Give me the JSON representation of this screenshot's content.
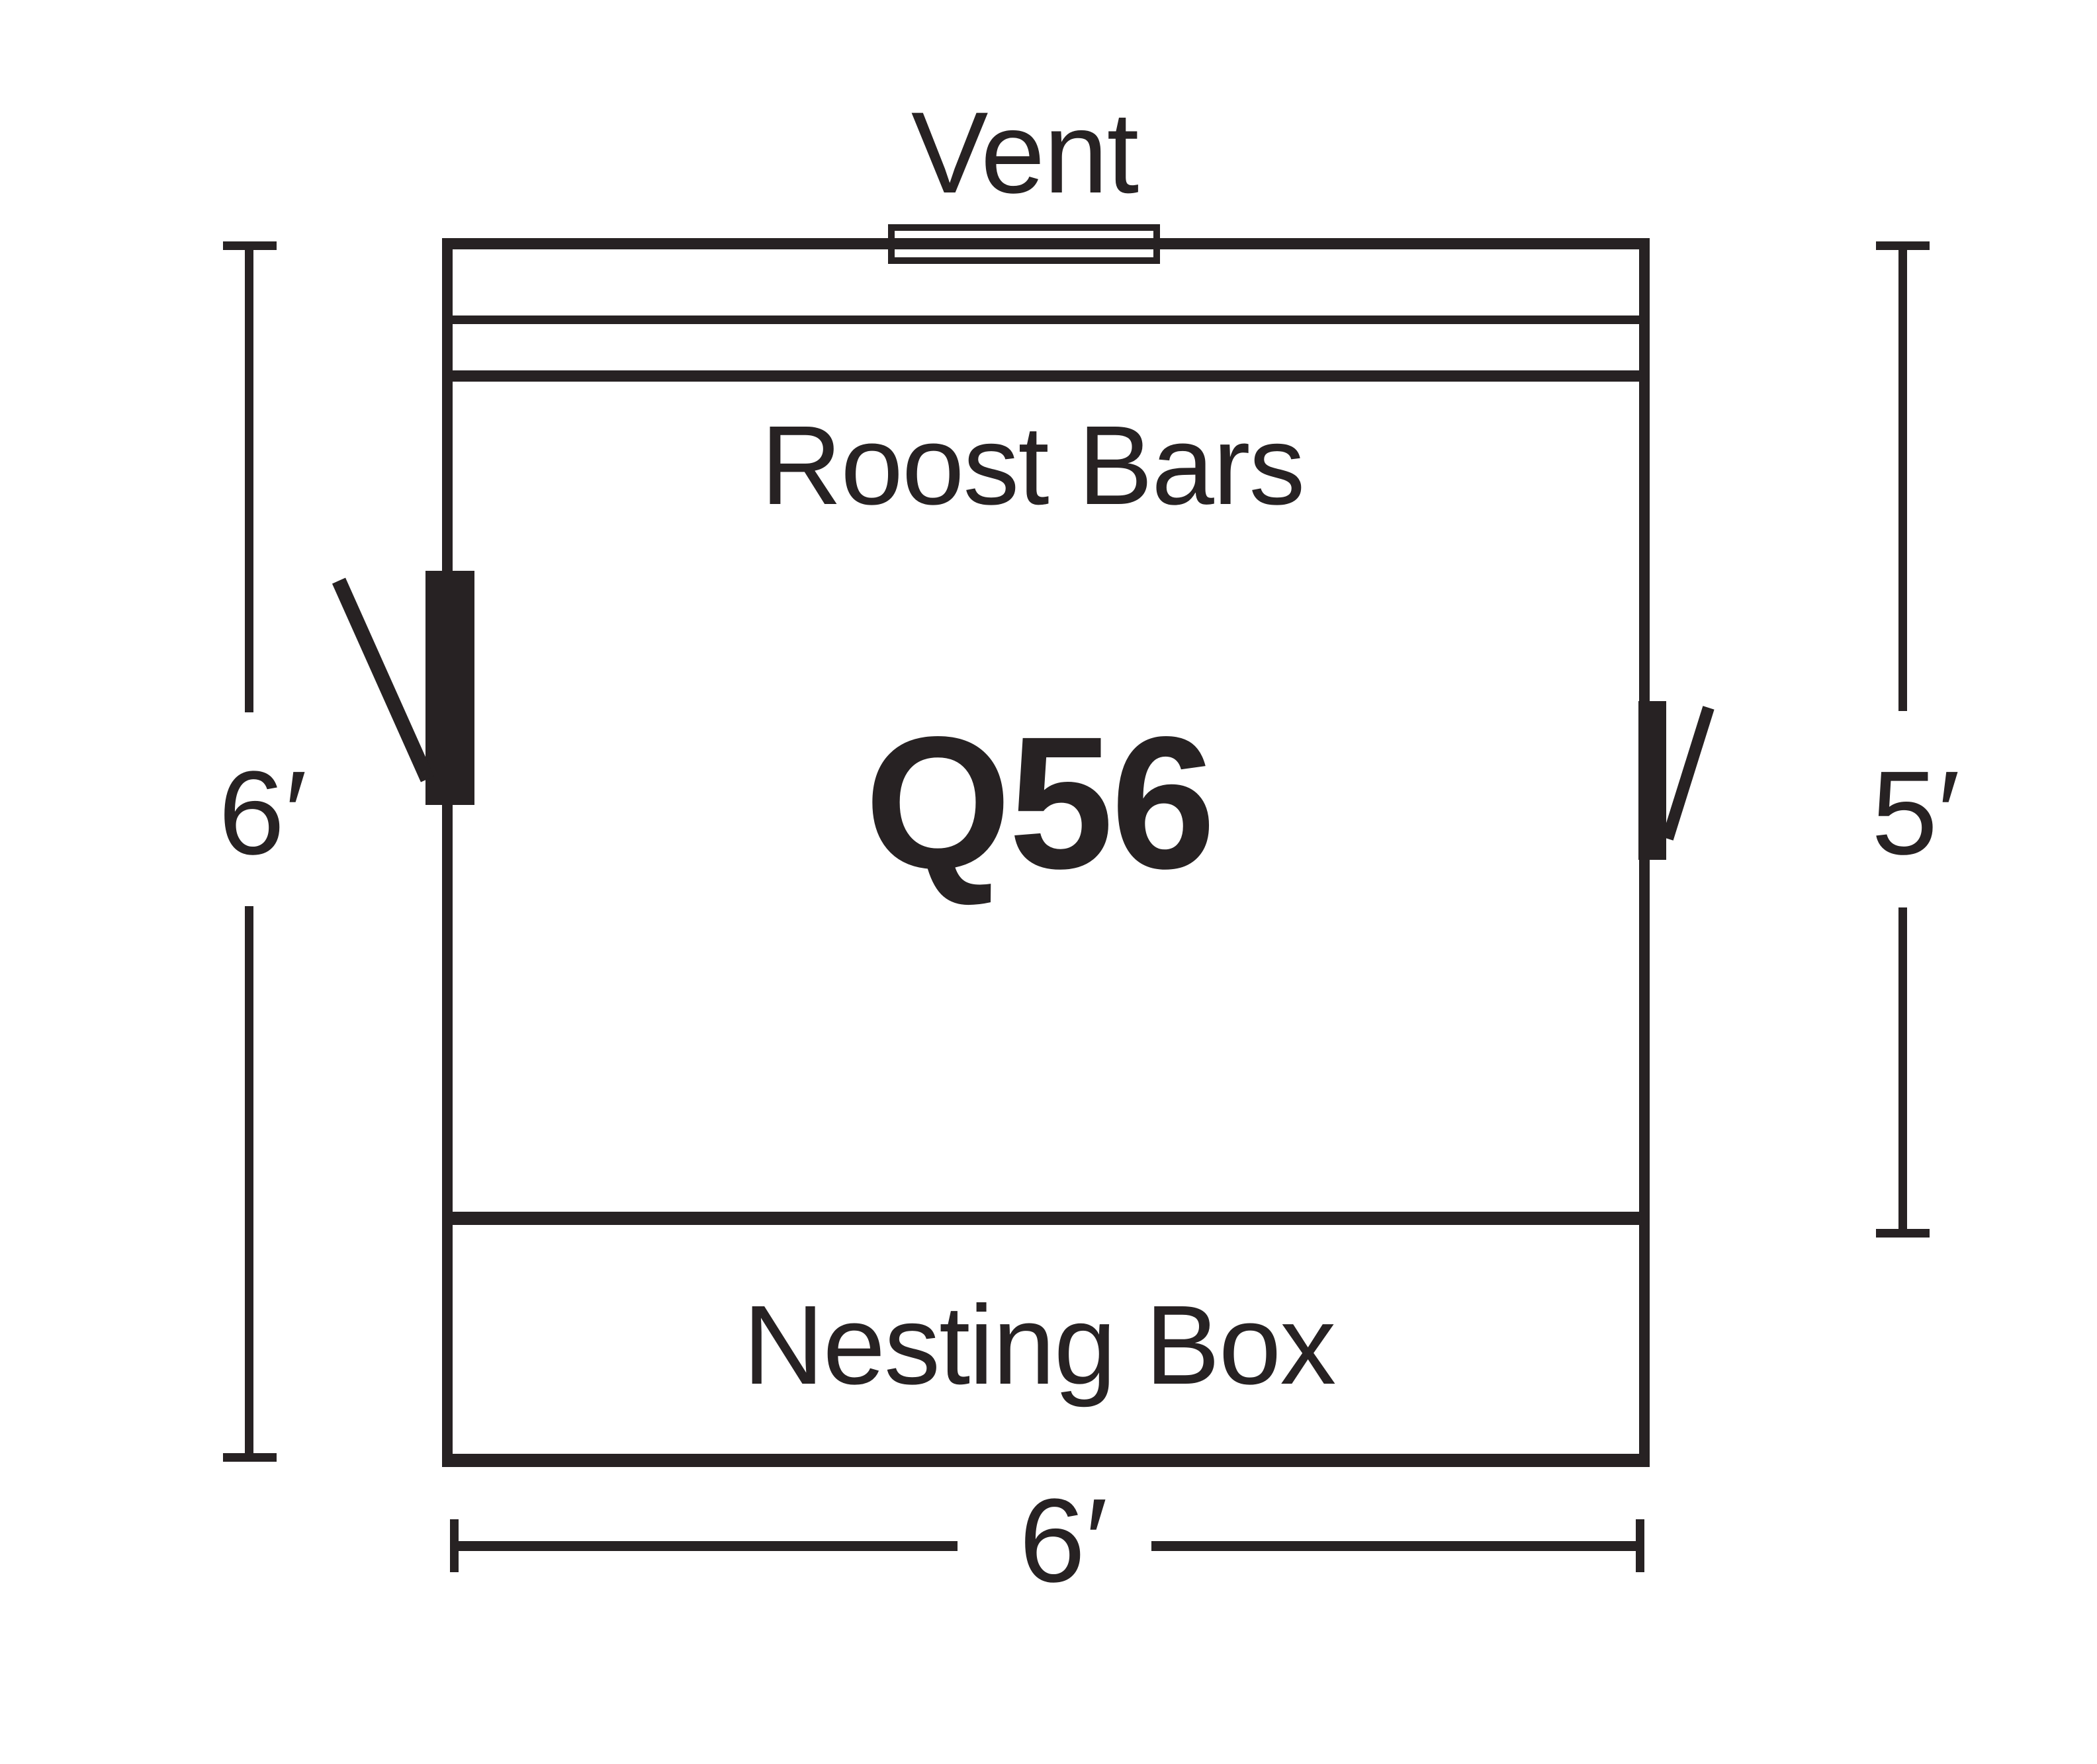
{
  "labels": {
    "vent": "Vent",
    "roost_bars": "Roost Bars",
    "model": "Q56",
    "nesting_box": "Nesting Box"
  },
  "dimensions": {
    "left_height": "6′",
    "right_height": "5′",
    "bottom_width": "6′"
  },
  "colors": {
    "ink": "#272223",
    "background": "#ffffff"
  }
}
